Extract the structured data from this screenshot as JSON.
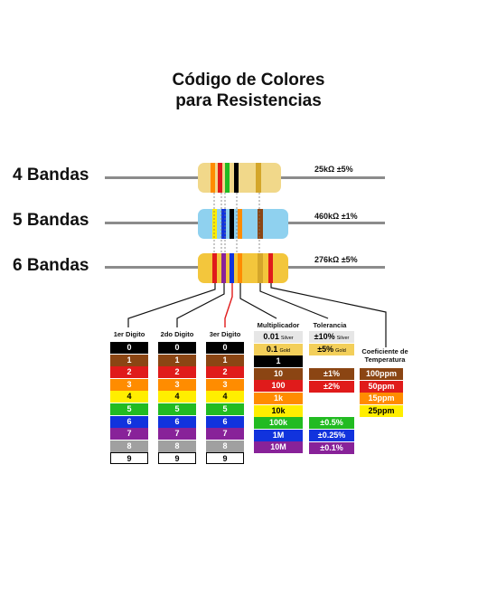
{
  "title": {
    "line1": "Código de Colores",
    "line2": "para Resistencias"
  },
  "resistors": [
    {
      "label": "4 Bandas",
      "value": "25kΩ ±5%"
    },
    {
      "label": "5 Bandas",
      "value": "460kΩ ±1%"
    },
    {
      "label": "6 Bandas",
      "value": "276kΩ ±5%"
    }
  ],
  "columns": {
    "digit1": {
      "header": "1er Digito"
    },
    "digit2": {
      "header": "2do Digito"
    },
    "digit3": {
      "header": "3er Digito"
    },
    "multiplier": {
      "header": "Multiplicador"
    },
    "tolerance": {
      "header": "Tolerancia"
    },
    "tempco": {
      "header": "Coeficiente de Temperatura"
    }
  },
  "digits": [
    {
      "label": "0",
      "color": "#000000",
      "text_color": "#ffffff"
    },
    {
      "label": "1",
      "color": "#8b4513",
      "text_color": "#ffffff"
    },
    {
      "label": "2",
      "color": "#e01b1b",
      "text_color": "#ffffff"
    },
    {
      "label": "3",
      "color": "#ff8c00",
      "text_color": "#ffffff"
    },
    {
      "label": "4",
      "color": "#ffee00",
      "text_color": "#000000"
    },
    {
      "label": "5",
      "color": "#22bb22",
      "text_color": "#ffffff"
    },
    {
      "label": "6",
      "color": "#1133dd",
      "text_color": "#ffffff"
    },
    {
      "label": "7",
      "color": "#882299",
      "text_color": "#ffffff"
    },
    {
      "label": "8",
      "color": "#a0a0a0",
      "text_color": "#ffffff"
    },
    {
      "label": "9",
      "color": "#ffffff",
      "text_color": "#000000"
    }
  ],
  "multipliers": [
    {
      "label": "0.01",
      "sub": "Silver",
      "color": "#e6e6e6",
      "text_color": "#000000"
    },
    {
      "label": "0.1",
      "sub": "Gold",
      "color": "#f3cf5a",
      "text_color": "#000000"
    },
    {
      "label": "1",
      "color": "#000000",
      "text_color": "#ffffff"
    },
    {
      "label": "10",
      "color": "#8b4513",
      "text_color": "#ffffff"
    },
    {
      "label": "100",
      "color": "#e01b1b",
      "text_color": "#ffffff"
    },
    {
      "label": "1k",
      "color": "#ff8c00",
      "text_color": "#ffffff"
    },
    {
      "label": "10k",
      "color": "#ffee00",
      "text_color": "#000000"
    },
    {
      "label": "100k",
      "color": "#22bb22",
      "text_color": "#ffffff"
    },
    {
      "label": "1M",
      "color": "#1133dd",
      "text_color": "#ffffff"
    },
    {
      "label": "10M",
      "color": "#882299",
      "text_color": "#ffffff"
    }
  ],
  "tolerances": [
    {
      "label": "±10%",
      "sub": "Silver",
      "color": "#e6e6e6",
      "text_color": "#000000"
    },
    {
      "label": "±5%",
      "sub": "Gold",
      "color": "#f3cf5a",
      "text_color": "#000000"
    },
    {
      "label": "±1%",
      "color": "#8b4513",
      "text_color": "#ffffff"
    },
    {
      "label": "±2%",
      "color": "#e01b1b",
      "text_color": "#ffffff"
    },
    {
      "label": "±0.5%",
      "color": "#22bb22",
      "text_color": "#ffffff"
    },
    {
      "label": "±0.25%",
      "color": "#1133dd",
      "text_color": "#ffffff"
    },
    {
      "label": "±0.1%",
      "color": "#882299",
      "text_color": "#ffffff"
    }
  ],
  "tempcos": [
    {
      "label": "100ppm",
      "color": "#8b4513",
      "text_color": "#ffffff"
    },
    {
      "label": "50ppm",
      "color": "#e01b1b",
      "text_color": "#ffffff"
    },
    {
      "label": "15ppm",
      "color": "#ff8c00",
      "text_color": "#ffffff"
    },
    {
      "label": "25ppm",
      "color": "#ffee00",
      "text_color": "#000000"
    }
  ]
}
